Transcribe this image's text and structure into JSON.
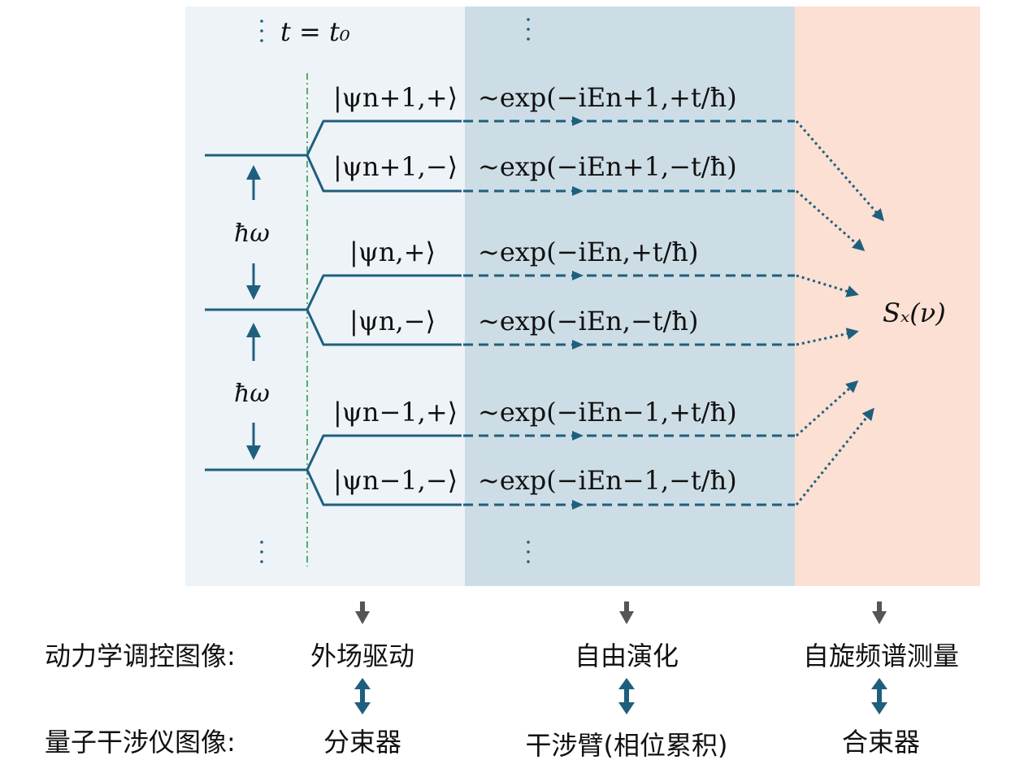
{
  "time_label": "t = t₀",
  "hbar_omega": "ħω",
  "output": "Sₓ(ν)",
  "colors": {
    "panel_drive": "#eef3f8",
    "panel_free": "#cddde6",
    "panel_measure": "#fbe0d3",
    "line": "#1f5f7e",
    "guide": "#2e9b4a",
    "arrow_gray": "#555555"
  },
  "levels": [
    {
      "state_plus": "|ψn+1,+⟩",
      "state_minus": "|ψn+1,−⟩",
      "phase_plus": "~exp(−iEn+1,+t/ħ)",
      "phase_minus": "~exp(−iEn+1,−t/ħ)"
    },
    {
      "state_plus": "|ψn,+⟩",
      "state_minus": "|ψn,−⟩",
      "phase_plus": "~exp(−iEn,+t/ħ)",
      "phase_minus": "~exp(−iEn,−t/ħ)"
    },
    {
      "state_plus": "|ψn−1,+⟩",
      "state_minus": "|ψn−1,−⟩",
      "phase_plus": "~exp(−iEn−1,+t/ħ)",
      "phase_minus": "~exp(−iEn−1,−t/ħ)"
    }
  ],
  "rows": {
    "dynamics_label": "动力学调控图像:",
    "interferometer_label": "量子干涉仪图像:",
    "col1_top": "外场驱动",
    "col2_top": "自由演化",
    "col3_top": "自旋频谱测量",
    "col1_bottom": "分束器",
    "col2_bottom": "干涉臂(相位累积)",
    "col3_bottom": "合束器"
  }
}
